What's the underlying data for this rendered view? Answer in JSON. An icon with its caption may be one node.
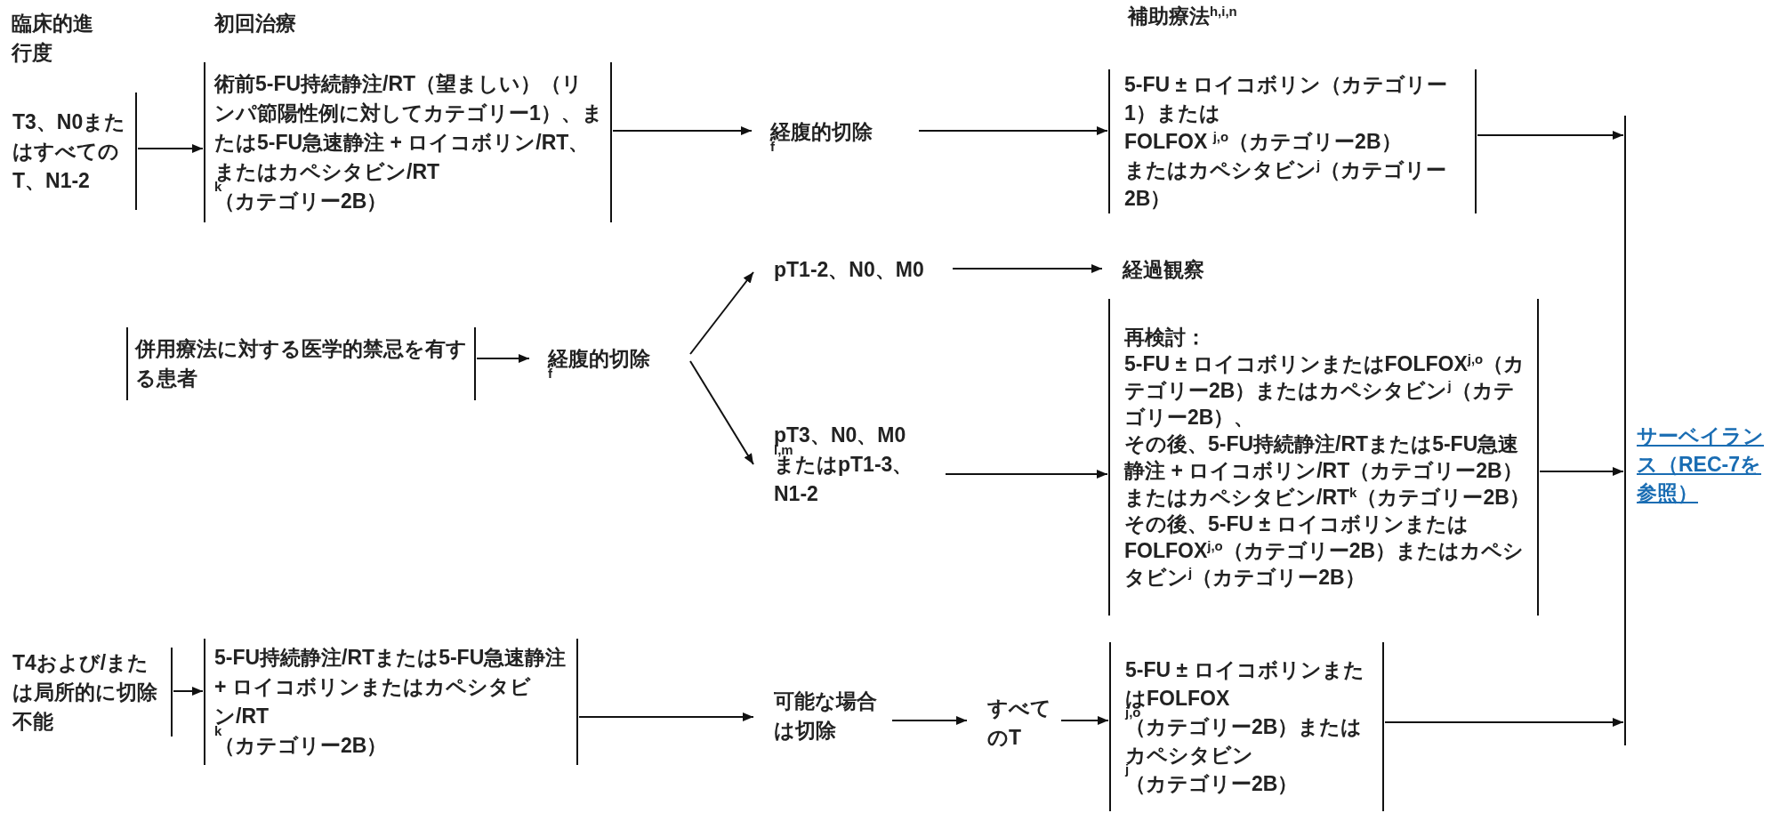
{
  "diagram": {
    "nodes": [
      {
        "text": [
          "T3、N0またはすべてのT、N1-2"
        ]
      },
      {
        "text": [
          "術前5-FU持続静注/RT（望ましい）（リンパ節陽性例に対してカテゴリー1）、または5-FU急速静注 + ロイコボリン/RT、またはカペシタビン/RT$^{k}$（カテゴリー2B）"
        ]
      },
      {
        "text": [
          "経腹的切除$^{f}$"
        ]
      },
      {
        "text": [
          "5-FU ± ロイコボリン（カテゴリー1）または",
          "FOLFOX $^{j,o}$（カテゴリー2B）",
          "またはカペシタビン$^{j}$（カテゴリー2B）"
        ]
      },
      {
        "text": [
          "併用療法に対する医学的禁忌を有する患者"
        ]
      },
      {
        "text": [
          "経腹的切除$^{f}$"
        ]
      },
      {
        "text": [
          "pT1-2、N0、M0"
        ]
      },
      {
        "text": [
          "経過観察"
        ]
      },
      {
        "text": [
          "pT3、N0、M0$^{l,m}$またはpT1-3、N1-2"
        ]
      },
      {
        "text": [
          "再検討：",
          "5-FU ± ロイコボリンまたはFOLFOX$^{j,o}$（カテゴリー2B）またはカペシタビン$^{j}$（カテゴリー2B）、",
          "その後、5-FU持続静注/RTまたは5-FU急速静注 + ロイコボリン/RT（カテゴリー2B）またはカペシタビン/RT$^{k}$（カテゴリー2B）",
          "その後、5-FU ± ロイコボリンまたはFOLFOX$^{j,o}$（カテゴリー2B）またはカペシタビン$^{j}$（カテゴリー2B）"
        ]
      },
      {
        "text": [
          "T4および/または局所的に切除不能"
        ]
      },
      {
        "text": [
          "5-FU持続静注/RTまたは5-FU急速静注 + ロイコボリンまたはカペシタビン/RT$^{k}$（カテゴリー2B）"
        ]
      },
      {
        "text": [
          "可能な場合は切除"
        ]
      },
      {
        "text": [
          "すべてのT"
        ]
      },
      {
        "text": [
          "5-FU ± ロイコボリンまたはFOLFOX$^{j,o}$（カテゴリー2B）またはカペシタビン$^{j}$（カテゴリー2B）"
        ]
      },
      {
        "text": [
          "サーベイランス（REC-7を参照）"
        ]
      }
    ],
    "edges": [
      {
        "from": 0,
        "to": 1,
        "arrow": "to"
      },
      {
        "from": 1,
        "to": 2,
        "arrow": "to"
      },
      {
        "from": 2,
        "to": 3,
        "arrow": "to"
      },
      {
        "from": 3,
        "to": 15,
        "arrow": "to"
      },
      {
        "from": 4,
        "to": 5,
        "arrow": "to"
      },
      {
        "from": 5,
        "to": 6,
        "arrow": "to"
      },
      {
        "from": 5,
        "to": 8,
        "arrow": "to"
      },
      {
        "from": 6,
        "to": 7,
        "arrow": "to"
      },
      {
        "from": 8,
        "to": 9,
        "arrow": "to"
      },
      {
        "from": 9,
        "to": 15,
        "arrow": "to"
      },
      {
        "from": 10,
        "to": 11,
        "arrow": "to"
      },
      {
        "from": 11,
        "to": 12,
        "arrow": "to"
      },
      {
        "from": 12,
        "to": 13,
        "arrow": "to"
      },
      {
        "from": 13,
        "to": 14,
        "arrow": "to"
      },
      {
        "from": 14,
        "to": 15,
        "arrow": "to"
      }
    ],
    "labels": [
      "臨床的進行度",
      "初回治療",
      "補助療法$^{h,i,n}$"
    ]
  }
}
